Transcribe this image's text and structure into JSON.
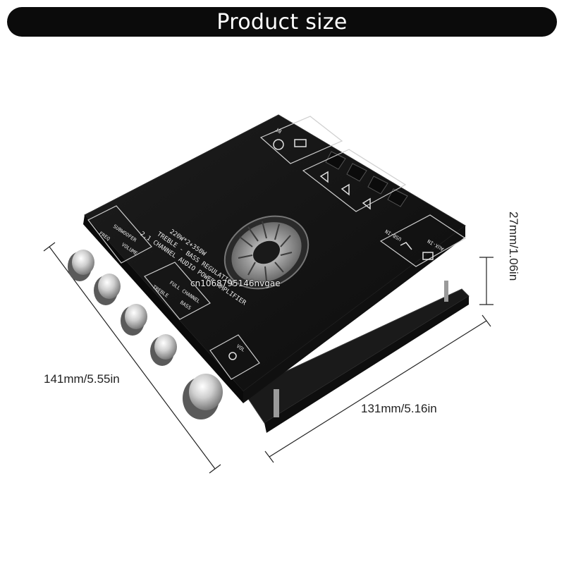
{
  "banner": {
    "title": "Product size"
  },
  "dimensions": {
    "width_label": "141mm/5.55in",
    "depth_label": "131mm/5.16in",
    "height_label": "27mm/1.06in"
  },
  "board": {
    "line1": "220W*2+350W",
    "line2": "TREBLE - BASS REGULATION",
    "line3": "2.1 CHANNEL AUDIO POWER AMPLIFIER",
    "subwoofer_label": "SUBWOOFER",
    "full_channel_label": "FULL CHANNEL",
    "freq_label": "FREQ",
    "volume_label": "VOLUME",
    "treble_label": "TREBLE",
    "bass_label": "BASS",
    "vol_label": "VOL",
    "usb_in_label": "USB-IN",
    "aux_in_label": "AUX-IN",
    "bt_label": "BT"
  },
  "watermark": "cn1068795146nvgae",
  "colors": {
    "banner": "#0b0b0b",
    "board": "#151515",
    "knob": "#c9c9c9"
  }
}
